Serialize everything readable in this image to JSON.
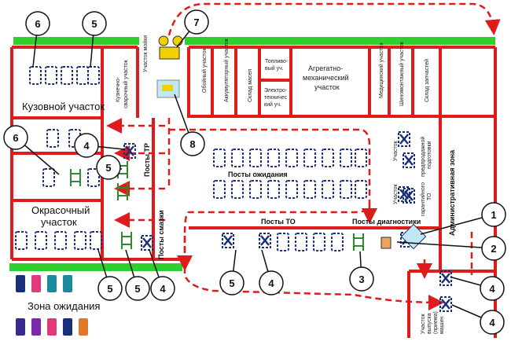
{
  "colors": {
    "wall": "#e01b1b",
    "green_bar": "#2fcf2f",
    "route": "#e01b1b",
    "post_outline": "#1a2f7a",
    "post_cross": "#1a2f7a",
    "lift": "#2e8b2e"
  },
  "labels": {
    "body_shop": "Кузовной участок",
    "paint_shop": "Окрасочный",
    "paint_shop_2": "участок",
    "waiting_zone": "Зона ожидания",
    "admin_zone": "Административная зона",
    "posts_waiting": "Посты ожидания",
    "posts_tr": "Посты ТР",
    "posts_lube": "Посты смазки",
    "posts_to": "Посты ТО",
    "posts_diag": "Посты диагностики",
    "wash_area": "Участок мойки",
    "tinsmith_welding_1": "Кузнечно-",
    "tinsmith_welding_2": "сварочный участок",
    "upholstery": "Обойный участок",
    "battery": "Аккумуляторный участок",
    "oil_store": "Склад масел",
    "fuel_1": "Топливо-",
    "fuel_2": "вый уч.",
    "electro_1": "Электро-",
    "electro_2": "техничес",
    "electro_3": "кий уч.",
    "agg_mech_1": "Агрегатно-",
    "agg_mech_2": "механический",
    "agg_mech_3": "участок",
    "medical": "Медицинский участок",
    "tire": "Шиномонтажный участок",
    "spare_parts": "Склад запчастей",
    "presale_1": "Участок",
    "presale_2": "предпродажной",
    "presale_3": "подготовки",
    "warranty_1": "Участок",
    "warranty_2": "гарантийного",
    "warranty_3": "ТО",
    "release_1": "Участок",
    "release_2": "выпуска",
    "release_3": "(приема)",
    "release_4": "машин"
  },
  "callouts": {
    "n1": "1",
    "n2": "2",
    "n3": "3",
    "n4a": "4",
    "n4b": "4",
    "n4c": "4",
    "n4d": "4",
    "n4e": "4",
    "n5a": "5",
    "n5b": "5",
    "n5c": "5",
    "n5d": "5",
    "n5e": "5",
    "n6a": "6",
    "n6b": "6",
    "n7": "7",
    "n8": "8"
  }
}
